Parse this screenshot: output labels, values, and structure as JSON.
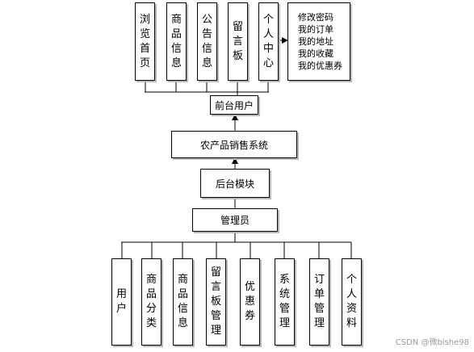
{
  "top_modules": [
    "浏览首页",
    "商品信息",
    "公告信息",
    "留言板",
    "个人中心"
  ],
  "personal_center_items": [
    "修改密码",
    "我的订单",
    "我的地址",
    "我的收藏",
    "我的优惠券"
  ],
  "front_user": "前台用户",
  "system": "农产品销售系统",
  "backend": "后台模块",
  "admin": "管理员",
  "bottom_modules": [
    "用户",
    "商品分类",
    "商品信息",
    "留言板管理",
    "优惠券",
    "系统管理",
    "订单管理",
    "个人资料"
  ],
  "watermark": "CSDN @微bishe98"
}
